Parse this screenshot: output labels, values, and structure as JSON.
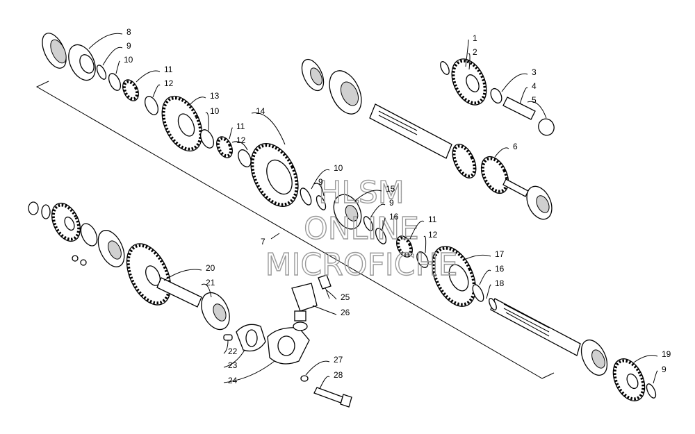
{
  "diagram": {
    "watermark": [
      "HLSM",
      "ONLINE",
      "MICROFICHE"
    ],
    "callouts": [
      {
        "id": "c1",
        "label": "1"
      },
      {
        "id": "c2",
        "label": "2"
      },
      {
        "id": "c3",
        "label": "3"
      },
      {
        "id": "c4",
        "label": "4"
      },
      {
        "id": "c5",
        "label": "5"
      },
      {
        "id": "c6",
        "label": "6"
      },
      {
        "id": "c7",
        "label": "7"
      },
      {
        "id": "c8",
        "label": "8"
      },
      {
        "id": "c9a",
        "label": "9"
      },
      {
        "id": "c10a",
        "label": "10"
      },
      {
        "id": "c11a",
        "label": "11"
      },
      {
        "id": "c12a",
        "label": "12"
      },
      {
        "id": "c13",
        "label": "13"
      },
      {
        "id": "c10b",
        "label": "10"
      },
      {
        "id": "c11b",
        "label": "11"
      },
      {
        "id": "c12b",
        "label": "12"
      },
      {
        "id": "c14",
        "label": "14"
      },
      {
        "id": "c10c",
        "label": "10"
      },
      {
        "id": "c9b",
        "label": "9"
      },
      {
        "id": "c15",
        "label": "15"
      },
      {
        "id": "c9c",
        "label": "9"
      },
      {
        "id": "c16a",
        "label": "16"
      },
      {
        "id": "c11c",
        "label": "11"
      },
      {
        "id": "c12c",
        "label": "12"
      },
      {
        "id": "c17",
        "label": "17"
      },
      {
        "id": "c16b",
        "label": "16"
      },
      {
        "id": "c18",
        "label": "18"
      },
      {
        "id": "c19",
        "label": "19"
      },
      {
        "id": "c9d",
        "label": "9"
      },
      {
        "id": "c20",
        "label": "20"
      },
      {
        "id": "c21",
        "label": "21"
      },
      {
        "id": "c22",
        "label": "22"
      },
      {
        "id": "c23",
        "label": "23"
      },
      {
        "id": "c24",
        "label": "24"
      },
      {
        "id": "c25",
        "label": "25"
      },
      {
        "id": "c26",
        "label": "26"
      },
      {
        "id": "c27",
        "label": "27"
      },
      {
        "id": "c28",
        "label": "28"
      }
    ]
  }
}
